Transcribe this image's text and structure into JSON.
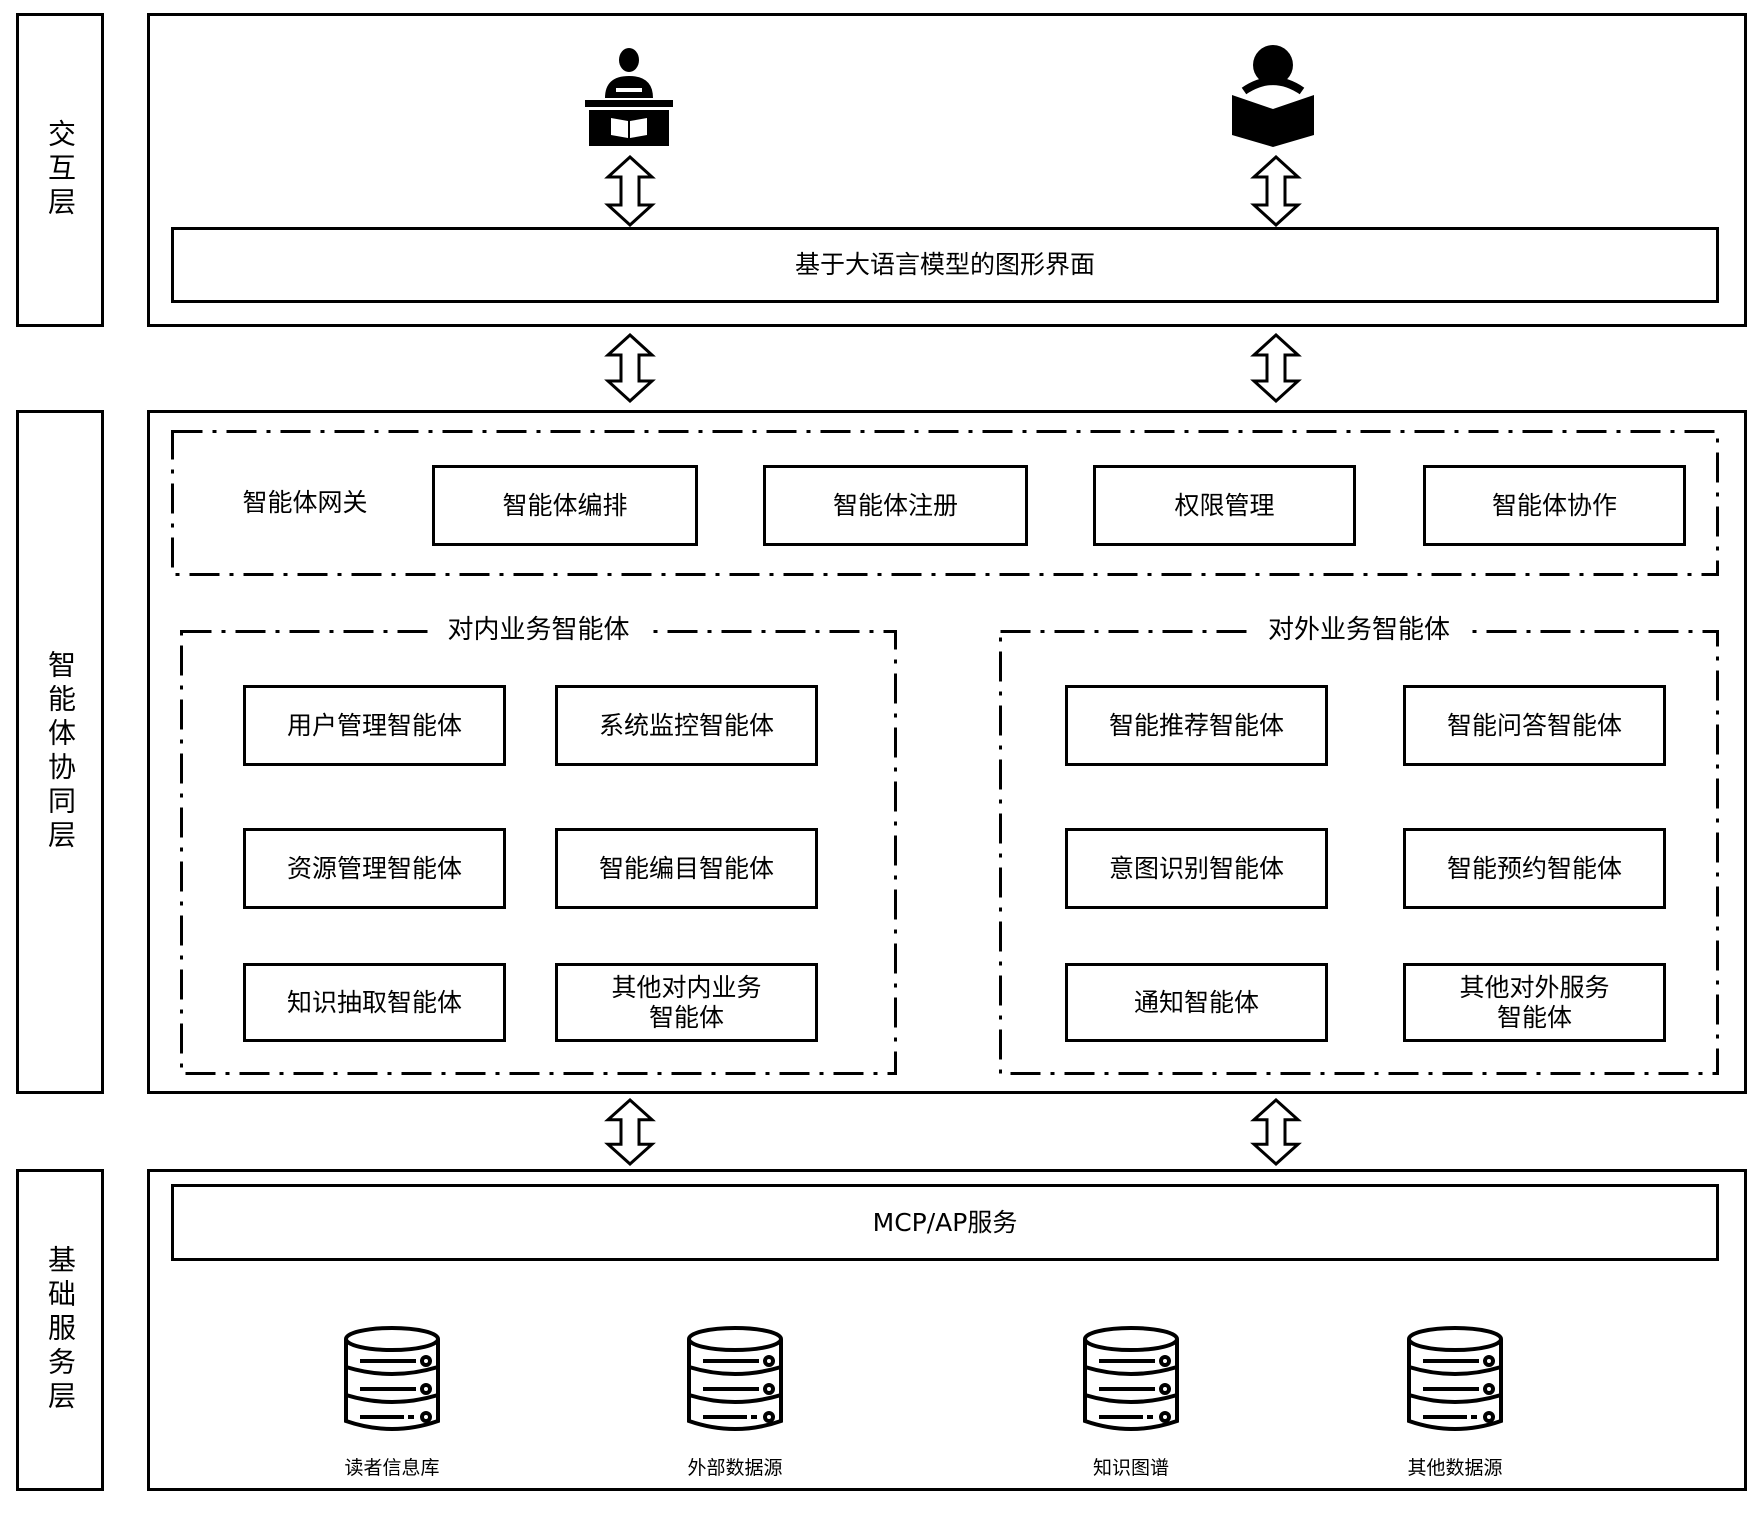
{
  "layers": {
    "interaction": {
      "label": "交互层",
      "gui_bar": "基于大语言模型的图形界面",
      "actors": [
        {
          "icon": "librarian-at-desk-icon"
        },
        {
          "icon": "reader-with-book-icon"
        }
      ]
    },
    "collaboration": {
      "label": "智能体协同层",
      "gateway": {
        "label": "智能体网关",
        "items": [
          "智能体编排",
          "智能体注册",
          "权限管理",
          "智能体协作"
        ]
      },
      "internal_group": {
        "title": "对内业务智能体",
        "items": [
          "用户管理智能体",
          "系统监控智能体",
          "资源管理智能体",
          "智能编目智能体",
          "知识抽取智能体",
          "其他对内业务\n智能体"
        ]
      },
      "external_group": {
        "title": "对外业务智能体",
        "items": [
          "智能推荐智能体",
          "智能问答智能体",
          "意图识别智能体",
          "智能预约智能体",
          "通知智能体",
          "其他对外服务\n智能体"
        ]
      }
    },
    "foundation": {
      "label": "基础服务层",
      "service_bar": "MCP/AP服务",
      "databases": [
        {
          "label": "读者信息库",
          "icon": "database-icon"
        },
        {
          "label": "外部数据源",
          "icon": "database-icon"
        },
        {
          "label": "知识图谱",
          "icon": "database-icon"
        },
        {
          "label": "其他数据源",
          "icon": "database-icon"
        }
      ]
    }
  },
  "connectors": {
    "type": "bidirectional-arrow",
    "count_per_gap": 2
  }
}
